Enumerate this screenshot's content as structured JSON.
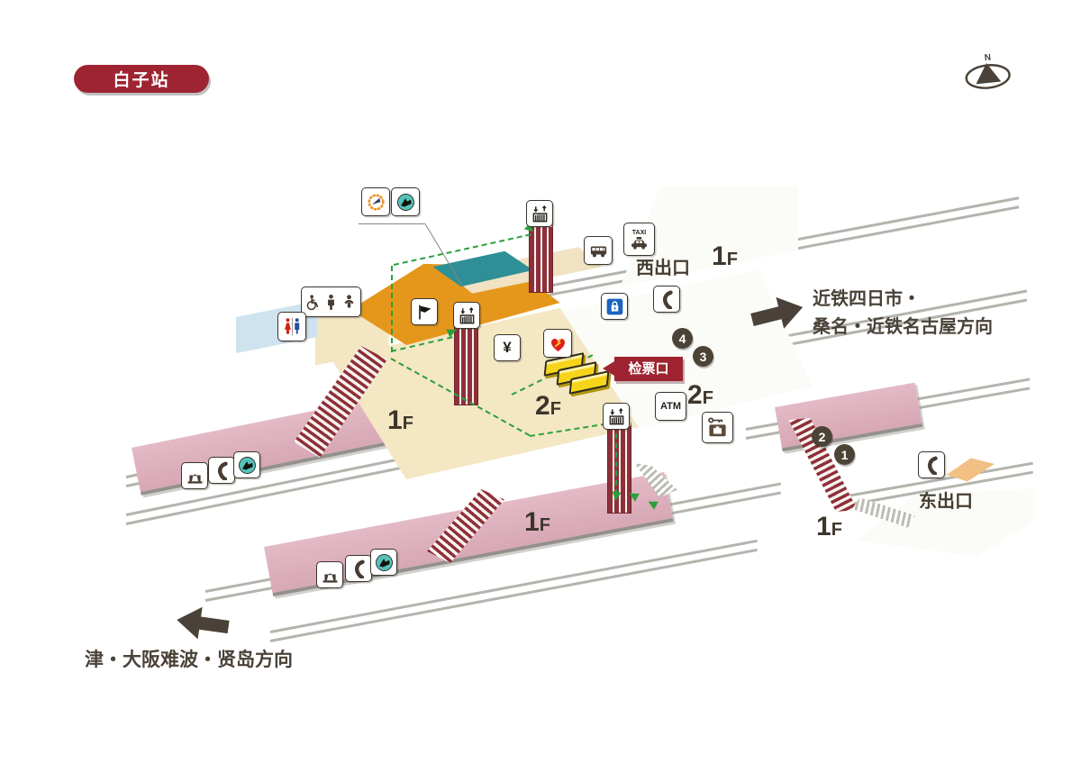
{
  "station_badge": {
    "label": "白子站"
  },
  "compass": {
    "north_label": "N"
  },
  "directions": {
    "northeast_line1": "近铁四日市・",
    "northeast_line2": "桑名・近铁名古屋方向",
    "southwest": "津・大阪难波・贤岛方向"
  },
  "exits": {
    "west": "西出口",
    "east": "东出口"
  },
  "ticket_gate_label": "检票口",
  "floor_labels": {
    "one": "1",
    "two": "2",
    "suffix": "F"
  },
  "platform_numbers": {
    "p1": "1",
    "p2": "2",
    "p3": "3",
    "p4": "4"
  },
  "icon_text": {
    "taxi": "TAXI",
    "atm": "ATM",
    "yen": "¥"
  },
  "colors": {
    "brand_red": "#9e2431",
    "platform_pink": "#dcaebb",
    "concourse_cream": "#f4e7c3",
    "concourse_orange": "#e5971c",
    "waiting_teal": "#2e8f96",
    "toilet_blue": "#cfe3ef",
    "route_green": "#2aa03c",
    "gate_yellow": "#f6d41a",
    "stair_maroon": "#8e3039",
    "ink": "#4a4238",
    "track_gray": "#b4b4ae"
  },
  "icons": {
    "clock": "clock-icon (dotted orange dial, navy hands)",
    "waiting_room": "waiting-room-icon (teal circle, black seated figure)",
    "escalator": "escalator-icon (down/up arrows over steps)",
    "bus": "bus-icon",
    "taxi": "taxi-icon",
    "accessible_toilet": "wheelchair-icon + adult-icon + baby-icon",
    "toilet": "toilet-icon (red female, blue male)",
    "station_service": "flag-icon",
    "ticket_machine": "yen-icon",
    "aed": "aed-icon (red heart, yellow bolt)",
    "coin_locker": "coin-locker-icon (blue, white bag)",
    "telephone": "telephone-icon (handset)",
    "atm": "atm-icon",
    "baggage_locker": "key-suitcase-icon",
    "drinking_fountain": "drinking-fountain-icon",
    "ticket_gate": "yellow ticket gates",
    "compass": "compass-icon (N, triangle in ellipse)"
  }
}
